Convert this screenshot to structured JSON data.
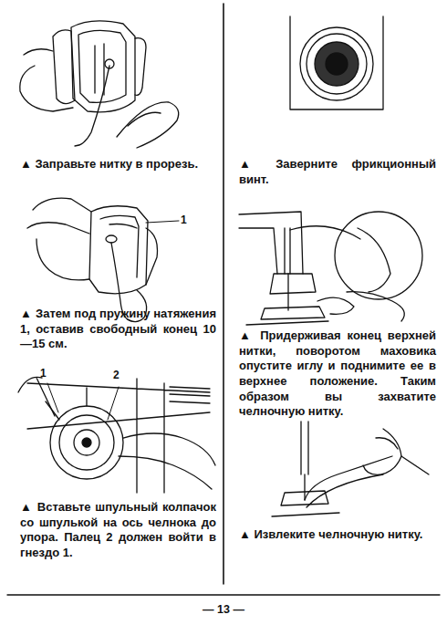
{
  "diagram": {
    "labels": [
      "▲ Заправьте нитку в прорезь.",
      "1",
      "▲ Затем под пружину натяжения 1, оставив свободный конец 10—15 см.",
      "1",
      "2",
      "▲ Вставьте шпульный колпачок со шпулькой на ось челнока до упора. Палец 2 должен войти в гнездо 1.",
      "▲ Заверните фрикционный винт.",
      "▲ Придерживая конец верхней нитки, поворотом маховика опустите иглу и поднимите ее в верхнее положение. Таким образом вы захватите челночную нитку.",
      "▲ Извлеките челночную нитку.",
      "— 13 —"
    ]
  }
}
